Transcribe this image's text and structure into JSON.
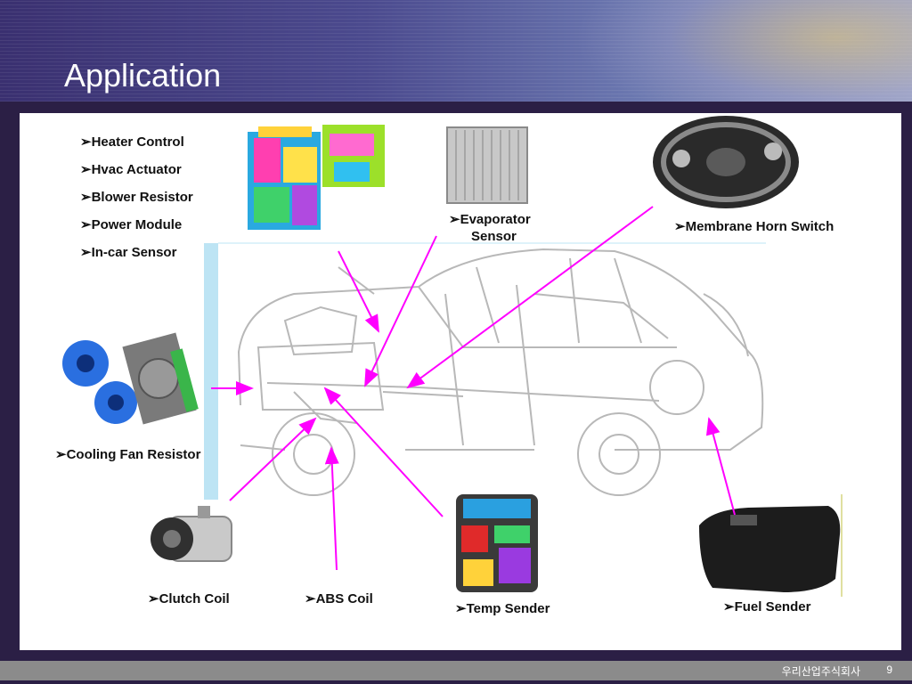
{
  "header": {
    "title": "Application"
  },
  "labels": {
    "heater_items": [
      "➢Heater Control",
      "➢Hvac Actuator",
      "➢Blower Resistor",
      "➢Power Module",
      "➢In-car Sensor"
    ],
    "evaporator_line1": "➢Evaporator",
    "evaporator_line2": "Sensor",
    "membrane": "➢Membrane Horn Switch",
    "cooling_fan": "➢Cooling Fan Resistor",
    "clutch": "➢Clutch Coil",
    "abs": "➢ABS Coil",
    "temp": "➢Temp Sender",
    "fuel": "➢Fuel Sender"
  },
  "footer": {
    "company": "우리산업주식회사",
    "page": "9"
  },
  "colors": {
    "arrow": "#ff00ff",
    "pillar": "#bde4f4",
    "background": "#2b1f45"
  }
}
